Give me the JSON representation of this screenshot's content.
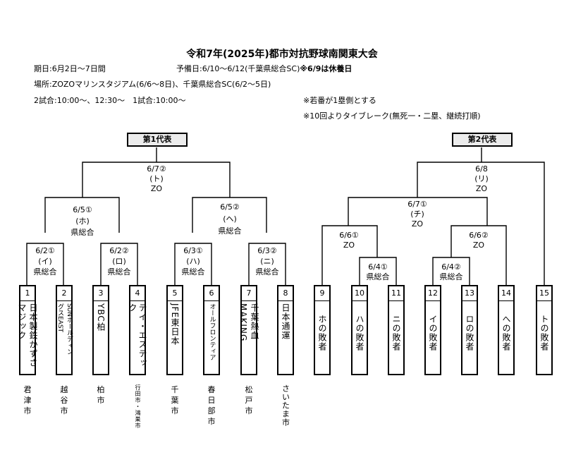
{
  "header": {
    "title": "令和7年(2025年)都市対抗野球南関東大会",
    "period": "期日:6月2日～7日間",
    "reserve_prefix": "予備日:6/10～6/12(千葉県総合SC)",
    "reserve_bold": "※6/9は休養日",
    "venue": "場所:ZOZOマリンスタジアム(6/6～8日)、千葉県総合SC(6/2～5日)",
    "times": "2試合:10:00～、12:30～　1試合:10:00～",
    "note1": "※若番が1塁側とする",
    "note2": "※10回よりタイブレーク(無死一・二塁、継続打順)"
  },
  "brackets": {
    "first": "第1代表",
    "second": "第2代表"
  },
  "games": {
    "g1": {
      "date": "6/2①",
      "code": "(イ)",
      "venue": "県総合"
    },
    "g2": {
      "date": "6/2②",
      "code": "(ロ)",
      "venue": "県総合"
    },
    "g3": {
      "date": "6/3①",
      "code": "(ハ)",
      "venue": "県総合"
    },
    "g4": {
      "date": "6/3②",
      "code": "(ニ)",
      "venue": "県総合"
    },
    "g5": {
      "date": "6/5①",
      "code": "(ホ)",
      "venue": "県総合"
    },
    "g6": {
      "date": "6/5②",
      "code": "(ヘ)",
      "venue": "県総合"
    },
    "g7": {
      "date": "6/7②",
      "code": "(ト)",
      "venue": "ZO"
    },
    "s1": {
      "date": "6/4①",
      "venue": "県総合"
    },
    "s2": {
      "date": "6/4②",
      "venue": "県総合"
    },
    "s3": {
      "date": "6/6①",
      "venue": "ZO"
    },
    "s4": {
      "date": "6/6②",
      "venue": "ZO"
    },
    "s5": {
      "date": "6/7①",
      "code": "(チ)",
      "venue": "ZO"
    },
    "s6": {
      "date": "6/8",
      "code": "(リ)",
      "venue": "ZO"
    }
  },
  "teams": [
    {
      "num": "1",
      "lines": [
        "日本製鉄かずさ",
        "マジック"
      ],
      "city": [
        "君",
        "津",
        "市"
      ]
    },
    {
      "num": "2",
      "lines": [
        "SUNホールディン",
        "グスEAST"
      ],
      "city": [
        "越",
        "谷",
        "市"
      ]
    },
    {
      "num": "3",
      "lines": [
        "YBC柏"
      ],
      "city": [
        "柏",
        "市"
      ]
    },
    {
      "num": "4",
      "lines": [
        "テイ・エステック"
      ],
      "city": [
        "行田市・鴻巣市"
      ]
    },
    {
      "num": "5",
      "lines": [
        "JFE東日本"
      ],
      "city": [
        "千",
        "葉",
        "市"
      ]
    },
    {
      "num": "6",
      "lines": [
        "オールフロンティア"
      ],
      "city": [
        "春",
        "日",
        "部",
        "市"
      ]
    },
    {
      "num": "7",
      "lines": [
        "千葉熱血",
        "MAKING"
      ],
      "city": [
        "松",
        "戸",
        "市"
      ]
    },
    {
      "num": "8",
      "lines": [
        "日本通運"
      ],
      "city": [
        "さいたま市"
      ]
    },
    {
      "num": "9",
      "lines": [
        "ホの敗者"
      ]
    },
    {
      "num": "10",
      "lines": [
        "ハの敗者"
      ]
    },
    {
      "num": "11",
      "lines": [
        "ニの敗者"
      ]
    },
    {
      "num": "12",
      "lines": [
        "イの敗者"
      ]
    },
    {
      "num": "13",
      "lines": [
        "ロの敗者"
      ]
    },
    {
      "num": "14",
      "lines": [
        "への敗者"
      ]
    },
    {
      "num": "15",
      "lines": [
        "トの敗者"
      ]
    }
  ]
}
